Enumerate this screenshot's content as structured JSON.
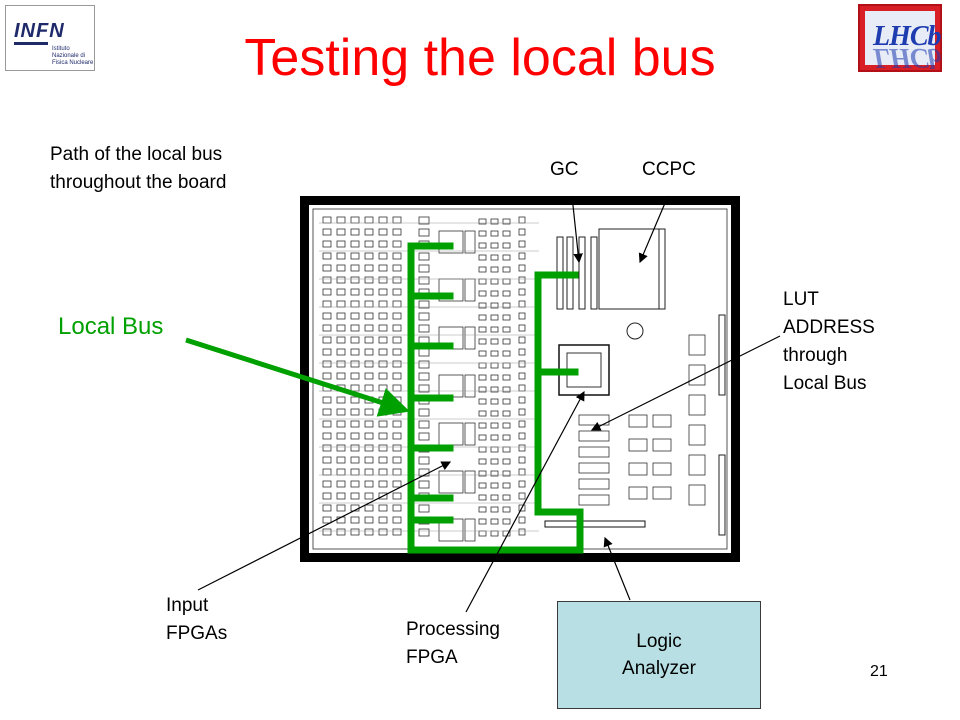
{
  "logos": {
    "left": {
      "name": "INFN logo",
      "text": "INFN",
      "subtext": "Istituto Nazionale di Fisica Nucleare"
    },
    "right": {
      "name": "LHCb logo",
      "text": "LHCb"
    }
  },
  "slide": {
    "title": "Testing the local bus",
    "path_label_line1": "Path of the local bus",
    "path_label_line2": "throughout the board",
    "gc_label": "GC",
    "ccpc_label": "CCPC",
    "local_bus_label": "Local Bus",
    "lut_label_line1": "LUT",
    "lut_label_line2": "ADDRESS",
    "lut_label_line3": "through",
    "lut_label_line4": "Local Bus",
    "input_fpgas_line1": "Input",
    "input_fpgas_line2": "FPGAs",
    "processing_fpga_line1": "Processing",
    "processing_fpga_line2": "FPGA",
    "logic_analyzer_line1": "Logic",
    "logic_analyzer_line2": "Analyzer",
    "page_number": "21"
  },
  "colors": {
    "title": "#ff0000",
    "local_bus": "#00a000",
    "board_border": "#000000",
    "analyzer_box": "#b8e0e4"
  }
}
